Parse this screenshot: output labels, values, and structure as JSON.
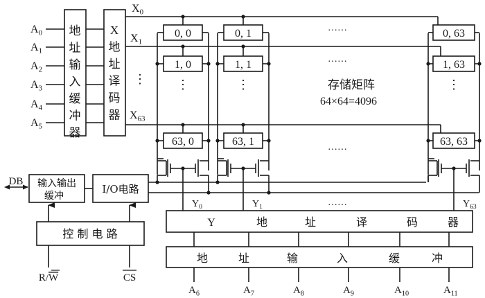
{
  "left_inputs": [
    "A0",
    "A1",
    "A2",
    "A3",
    "A4",
    "A5"
  ],
  "left_input_labels": [
    {
      "base": "A",
      "sub": "0"
    },
    {
      "base": "A",
      "sub": "1"
    },
    {
      "base": "A",
      "sub": "2"
    },
    {
      "base": "A",
      "sub": "3"
    },
    {
      "base": "A",
      "sub": "4"
    },
    {
      "base": "A",
      "sub": "5"
    }
  ],
  "addr_input_buffer_chars": [
    "地",
    "址",
    "输",
    "入",
    "缓",
    "冲",
    "器"
  ],
  "x_decoder_chars": [
    "X",
    "地",
    "址",
    "译",
    "码",
    "器"
  ],
  "x_lines": [
    {
      "base": "X",
      "sub": "0"
    },
    {
      "base": "X",
      "sub": "1"
    },
    {
      "base": "X",
      "sub": "63"
    }
  ],
  "vertical_ellipsis": "⋮",
  "horizontal_ellipsis": "……",
  "cells": {
    "col0": [
      "0, 0",
      "1, 0",
      "63, 0"
    ],
    "col1": [
      "0, 1",
      "1, 1",
      "63, 1"
    ],
    "col63": [
      "0, 63",
      "1, 63",
      "63, 63"
    ]
  },
  "matrix_label": {
    "title": "存储矩阵",
    "formula": "64×64=4096"
  },
  "y_lines": [
    {
      "base": "Y",
      "sub": "0"
    },
    {
      "base": "Y",
      "sub": "1"
    },
    {
      "base": "Y",
      "sub": "63"
    }
  ],
  "db_label": "DB",
  "io_buffer": {
    "line1": "输入输出",
    "line2": "缓冲"
  },
  "io_circuit": "I/O电路",
  "control_circuit": "控 制 电 路",
  "rw_label": {
    "r": "R/",
    "w": "W"
  },
  "cs_label": "CS",
  "y_decoder_chars": [
    "Y",
    "地",
    "址",
    "译",
    "码",
    "器"
  ],
  "y_buffer_chars": [
    "地",
    "址",
    "输",
    "入",
    "缓",
    "冲"
  ],
  "bottom_inputs": [
    {
      "base": "A",
      "sub": "6"
    },
    {
      "base": "A",
      "sub": "7"
    },
    {
      "base": "A",
      "sub": "8"
    },
    {
      "base": "A",
      "sub": "9"
    },
    {
      "base": "A",
      "sub": "10"
    },
    {
      "base": "A",
      "sub": "11"
    }
  ]
}
